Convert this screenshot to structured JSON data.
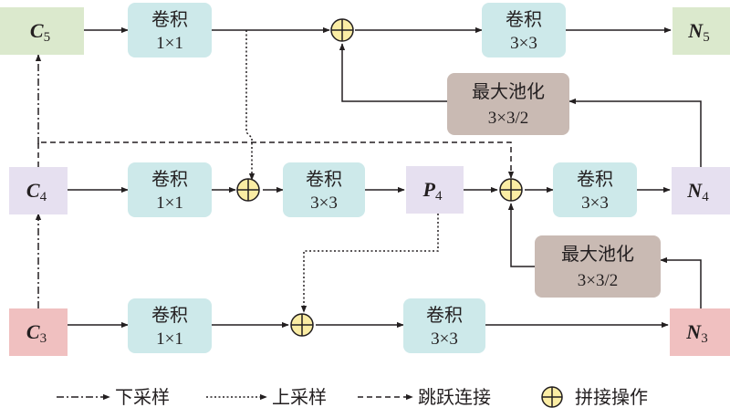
{
  "nodes": {
    "c5": {
      "main": "C",
      "sub": "5"
    },
    "c4": {
      "main": "C",
      "sub": "4"
    },
    "c3": {
      "main": "C",
      "sub": "3"
    },
    "p4": {
      "main": "P",
      "sub": "4"
    },
    "n5": {
      "main": "N",
      "sub": "5"
    },
    "n4": {
      "main": "N",
      "sub": "4"
    },
    "n3": {
      "main": "N",
      "sub": "3"
    }
  },
  "ops": {
    "conv_c5": {
      "name": "卷积",
      "size": "1×1"
    },
    "conv_c4": {
      "name": "卷积",
      "size": "1×1"
    },
    "conv_c3": {
      "name": "卷积",
      "size": "1×1"
    },
    "conv_mid4": {
      "name": "卷积",
      "size": "3×3"
    },
    "conv_n5": {
      "name": "卷积",
      "size": "3×3"
    },
    "conv_n4": {
      "name": "卷积",
      "size": "3×3"
    },
    "conv_n3": {
      "name": "卷积",
      "size": "3×3"
    },
    "pool_top": {
      "name": "最大池化",
      "size": "3×3/2"
    },
    "pool_bottom": {
      "name": "最大池化",
      "size": "3×3/2"
    }
  },
  "legend": {
    "downsample": "下采样",
    "upsample": "上采样",
    "skip": "跳跃连接",
    "concat": "拼接操作"
  },
  "colors": {
    "green": "#dbe9cd",
    "lavender": "#e6e0f0",
    "pink": "#f0c0c0",
    "conv_teal": "#cde9ea",
    "pool_taupe": "#c9bab3",
    "concat_yellow": "#fbeda4",
    "line": "#231f20"
  }
}
